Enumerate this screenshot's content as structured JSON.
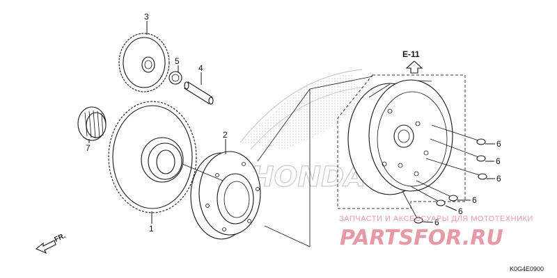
{
  "diagram": {
    "reference_label": "E-11",
    "direction_label": "FR.",
    "diagram_code": "K0G4E0900",
    "brand_watermark": "HONDA",
    "watermark_caption": "ЗАПЧАСТИ И АКСЕССУАРЫ ДЛЯ МОТОТЕХНИКИ",
    "watermark_site": "PARTSFOR.RU",
    "colors": {
      "line": "#111111",
      "watermark_red": "#e79aa5",
      "watermark_grey": "#c9c9c9"
    },
    "callouts": [
      {
        "id": "c1",
        "label": "1"
      },
      {
        "id": "c2",
        "label": "2"
      },
      {
        "id": "c3",
        "label": "3"
      },
      {
        "id": "c4",
        "label": "4"
      },
      {
        "id": "c5",
        "label": "5"
      },
      {
        "id": "c6a",
        "label": "6"
      },
      {
        "id": "c6b",
        "label": "6"
      },
      {
        "id": "c6c",
        "label": "6"
      },
      {
        "id": "c6d",
        "label": "6"
      },
      {
        "id": "c6e",
        "label": "6"
      },
      {
        "id": "c6f",
        "label": "6"
      },
      {
        "id": "c7",
        "label": "7"
      }
    ]
  }
}
